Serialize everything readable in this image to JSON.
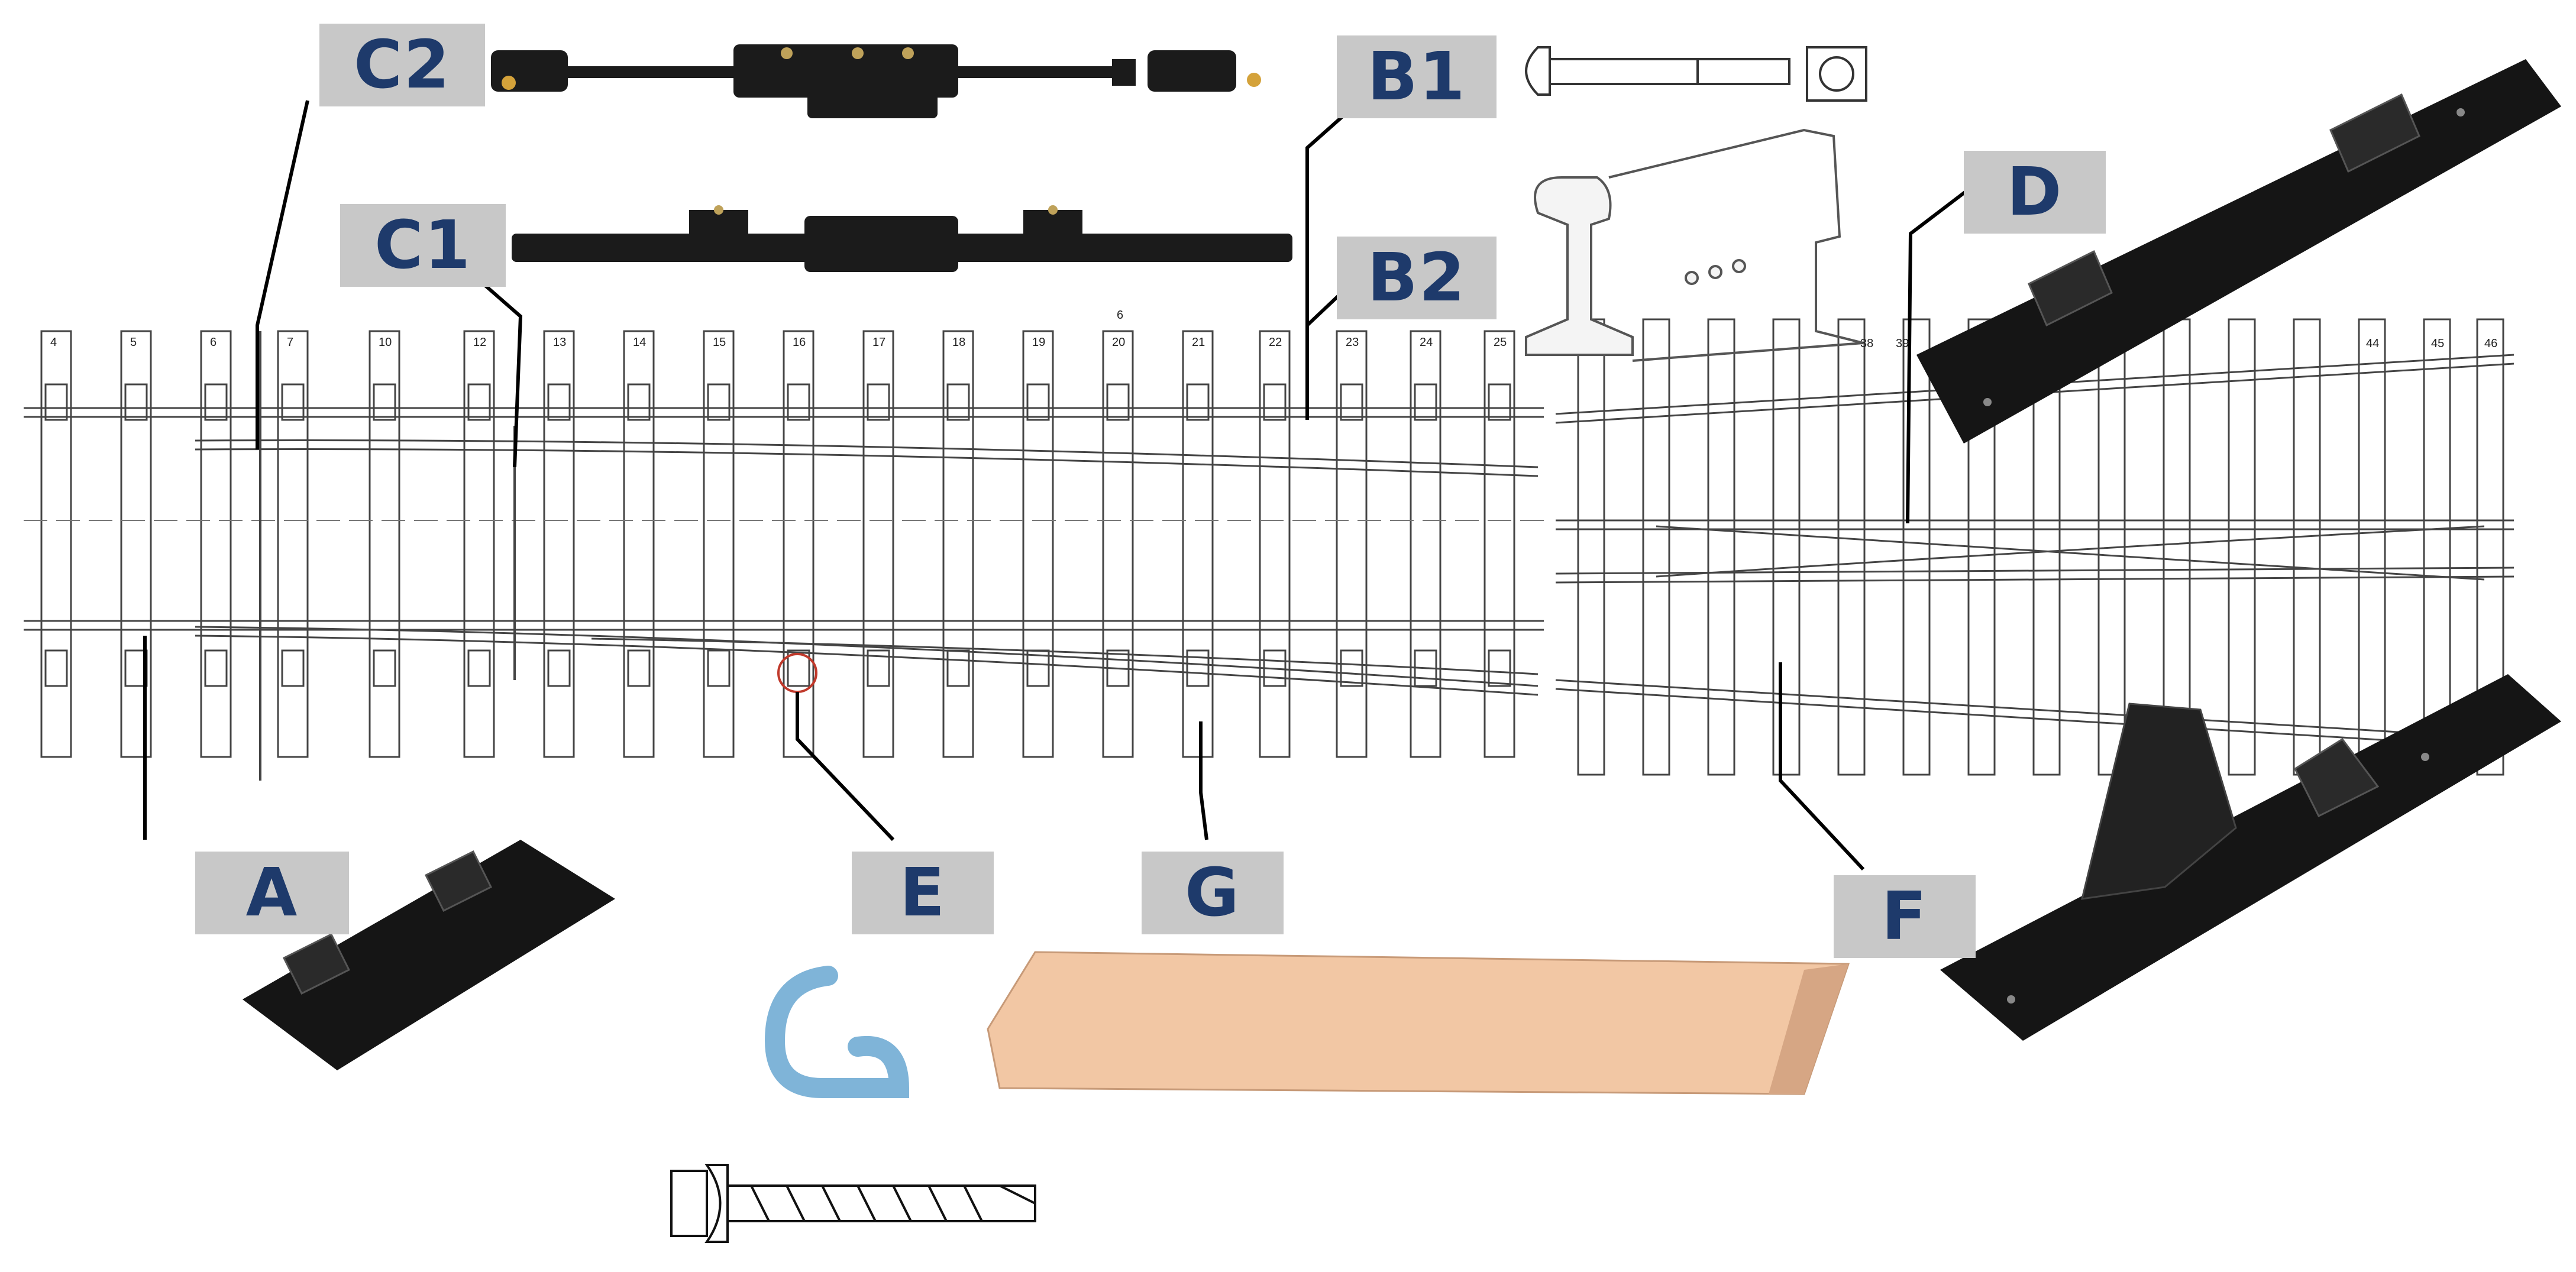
{
  "labels": {
    "A": "A",
    "B1": "B1",
    "B2": "B2",
    "C1": "C1",
    "C2": "C2",
    "D": "D",
    "E": "E",
    "F": "F",
    "G": "G"
  },
  "sleeper_numbers_left": [
    "4",
    "5",
    "6",
    "7",
    "10",
    "12",
    "13",
    "14",
    "15",
    "16",
    "17",
    "18",
    "19",
    "20",
    "21",
    "22",
    "23",
    "24",
    "25"
  ],
  "sleeper_number_extra": "6",
  "sleeper_numbers_right": [
    "38",
    "39",
    "44",
    "45",
    "46"
  ],
  "colors": {
    "label_text": "#1e3a6b",
    "label_bg": "#c8c8c8",
    "component_black": "#1b1b1b",
    "sleeper_wood": "#f2c7a4",
    "clip_blue": "#7fb4d8",
    "highlight_circle": "#c0392b"
  },
  "icons": [
    "baseplate-icon",
    "tie-rod-icon",
    "bolt-icon",
    "rail-profile-icon",
    "slide-chair-plate-icon",
    "heel-block-plate-icon",
    "elastic-clip-icon",
    "wooden-sleeper-icon",
    "screw-spike-icon"
  ]
}
